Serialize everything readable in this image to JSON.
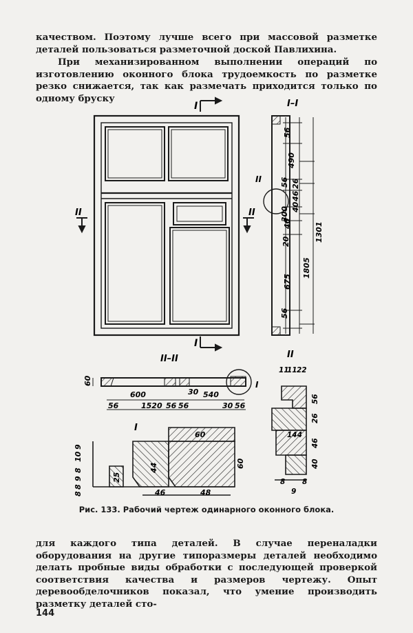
{
  "text": {
    "p1": "качеством. Поэтому лучше всего при массовой разметке деталей пользоваться разметочной доской Павлихина.",
    "p2": "При механизированном выполнении операций по изготовлению оконного блока трудоемкость по разметке резко снижается, так как размечать приходится только по одному бруску",
    "p3": "для каждого типа деталей. В случае переналадки оборудования на другие типоразмеры деталей необходимо делать пробные виды обработки с последующей проверкой соответствия качества и размеров чертежу. Опыт деревообделочников показал, что умение производить разметку деталей сто-"
  },
  "figure": {
    "caption": "Рис. 133. Рабочий чертеж одинарного оконного блока.",
    "section_labels": {
      "s1_top": "I",
      "s1_bottom": "I",
      "s1_title": "I–I",
      "s2_left": "II",
      "s2_right": "II",
      "s2_title": "II–II",
      "detail_II": "II",
      "detail_I": "I",
      "callout_II": "II",
      "callout_I": "I"
    },
    "section_I_dims": [
      "56",
      "490",
      "56",
      "26",
      "46",
      "40",
      "40",
      "300",
      "20",
      "675",
      "1805",
      "56",
      "1301"
    ],
    "section_II_dims": [
      "60",
      "600",
      "30",
      "540",
      "56",
      "1520",
      "56",
      "56",
      "30",
      "56"
    ],
    "detail_II_dims": [
      "11",
      "11",
      "22",
      "56",
      "26",
      "144",
      "46",
      "40",
      "8",
      "8",
      "9"
    ],
    "detail_I_dims": [
      "60",
      "44",
      "25",
      "46",
      "48",
      "60"
    ],
    "detail_I_side": [
      "9",
      "10",
      "8",
      "9",
      "8",
      "8"
    ]
  },
  "page_number": "144"
}
